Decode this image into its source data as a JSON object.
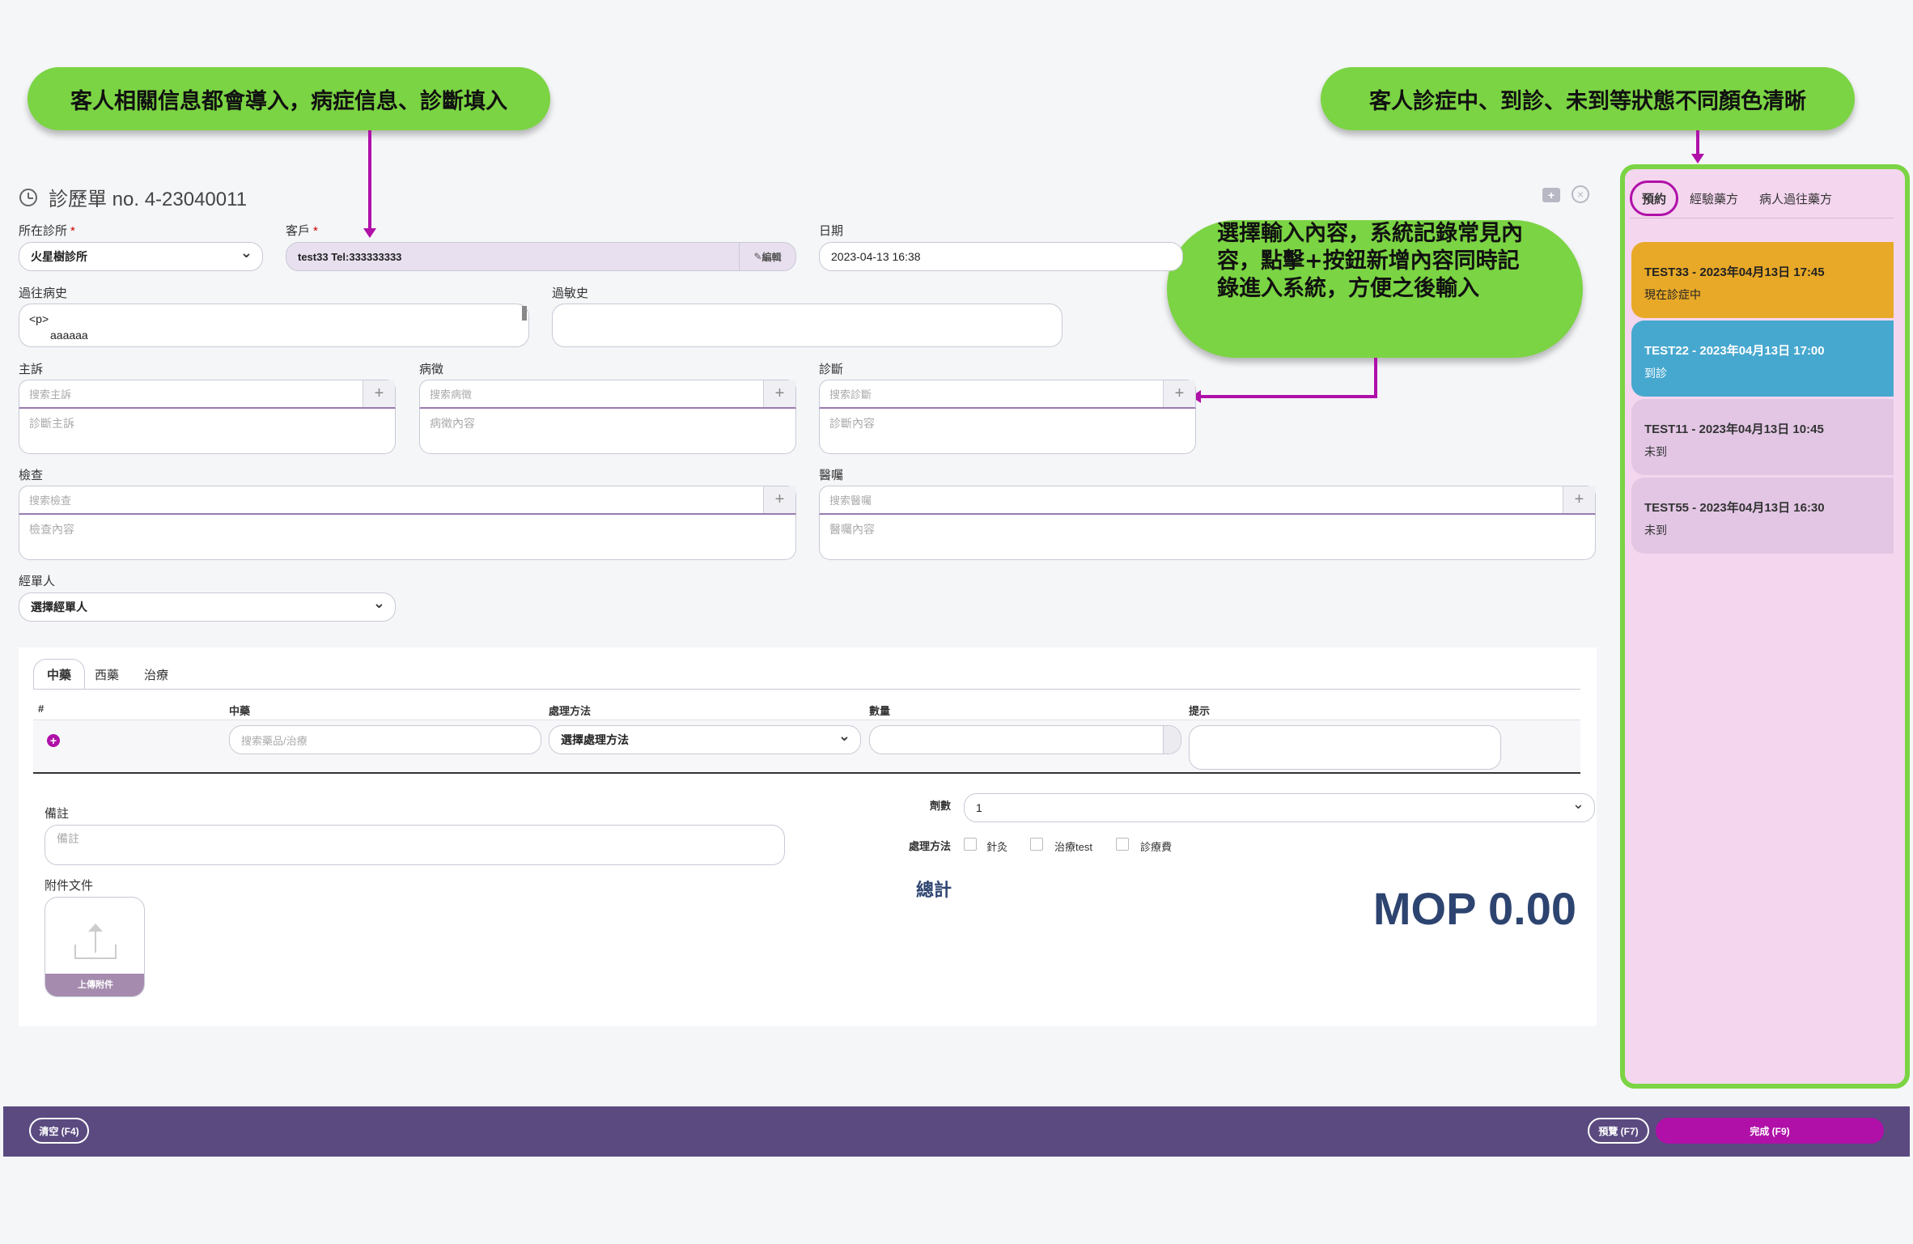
{
  "callouts": {
    "top_left": "客人相關信息都會導入，病症信息、診斷填入",
    "top_right": "客人診症中、到診、未到等狀態不同顏色清晰",
    "middle": [
      "選擇輸入內容，系統記錄常見內",
      "容，點擊+按鈕新增內容同時記",
      "錄進入系統，方便之後輸入"
    ]
  },
  "header": {
    "title": "診歷單 no. 4-23040011"
  },
  "form": {
    "clinic_label": "所在診所",
    "clinic_value": "火星樹診所",
    "client_label": "客戶",
    "client_value": "test33 Tel:333333333",
    "edit_label": "編輯",
    "date_label": "日期",
    "date_value": "2023-04-13 16:38",
    "history_label": "過往病史",
    "history_line1": "<p>",
    "history_line2": "aaaaaa",
    "allergy_label": "過敏史",
    "complaint_label": "主訴",
    "complaint_search": "搜索主訴",
    "complaint_content": "診斷主訴",
    "symptom_label": "病徵",
    "symptom_search": "搜索病徵",
    "symptom_content": "病徵內容",
    "diagnosis_label": "診斷",
    "diagnosis_search": "搜索診斷",
    "diagnosis_content": "診斷內容",
    "exam_label": "檢查",
    "exam_search": "搜索檢查",
    "exam_content": "檢查內容",
    "advice_label": "醫囑",
    "advice_search": "搜索醫囑",
    "advice_content": "醫囑內容",
    "handler_label": "經單人",
    "handler_value": "選擇經單人",
    "plus": "+"
  },
  "prescription": {
    "tabs": [
      "中藥",
      "西藥",
      "治療"
    ],
    "columns": [
      "#",
      "中藥",
      "處理方法",
      "數量",
      "提示"
    ],
    "drug_placeholder": "搜索藥品/治療",
    "method_value": "選擇處理方法",
    "notes_label": "備註",
    "notes_placeholder": "備註",
    "attachment_label": "附件文件",
    "upload_label": "上傳附件",
    "doses_label": "劑數",
    "doses_value": "1",
    "method_label": "處理方法",
    "method_options": [
      "針灸",
      "治療test",
      "診療費"
    ],
    "total_label": "總計",
    "total_value": "MOP 0.00"
  },
  "sidebar": {
    "tabs": [
      "預約",
      "經驗藥方",
      "病人過往藥方"
    ],
    "cards": [
      {
        "title": "TEST33 - 2023年04月13日 17:45",
        "status": "現在診症中",
        "color": "#e8a928"
      },
      {
        "title": "TEST22 - 2023年04月13日 17:00",
        "status": "到診",
        "color": "#47a8cf"
      },
      {
        "title": "TEST11 - 2023年04月13日 10:45",
        "status": "未到",
        "color": "#e2c6e4"
      },
      {
        "title": "TEST55 - 2023年04月13日 16:30",
        "status": "未到",
        "color": "#e2c6e4"
      }
    ]
  },
  "footer": {
    "clear": "清空 (F4)",
    "preview": "預覽 (F7)",
    "done": "完成 (F9)"
  },
  "colors": {
    "accent": "#b010a8",
    "footer": "#5a4a80",
    "callout": "#7bd443",
    "total": "#2d4470"
  }
}
